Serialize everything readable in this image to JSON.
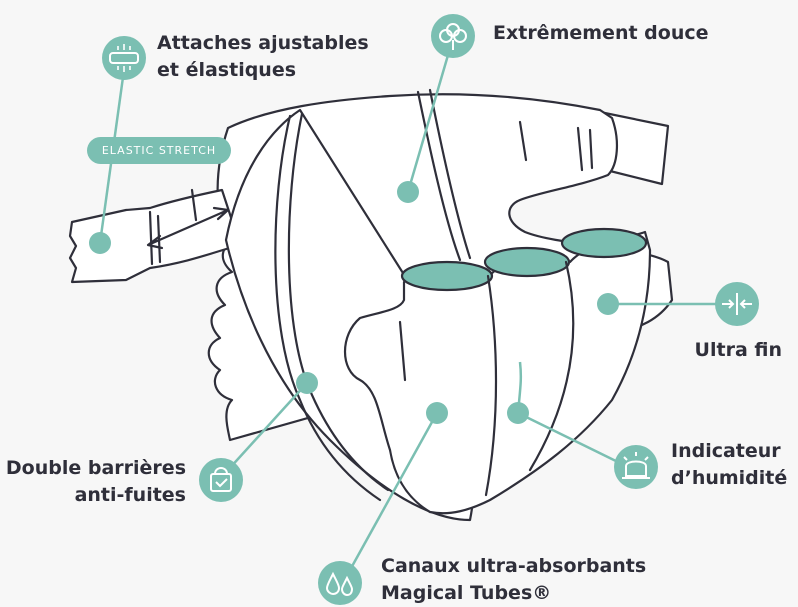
{
  "colors": {
    "accent": "#7bbfb2",
    "outline": "#2f2f3a",
    "background": "#f7f7f7",
    "fill": "#ffffff"
  },
  "features": {
    "adjustable_tabs": {
      "line1": "Attaches ajustables",
      "line2": "et élastiques",
      "icon": "fastener-icon"
    },
    "elastic_badge": "Elastic stretch",
    "soft": {
      "line1": "Extrêmement douce",
      "icon": "cotton-flower-icon"
    },
    "thin": {
      "line1": "Ultra fin",
      "icon": "thin-arrows-icon"
    },
    "wetness": {
      "line1": "Indicateur",
      "line2": "d’humidité",
      "icon": "alarm-light-icon"
    },
    "barriers": {
      "line1": "Double barrières",
      "line2": "anti-fuites",
      "icon": "shield-bag-icon"
    },
    "channels": {
      "line1": "Canaux ultra-absorbants",
      "line2": "Magical Tubes®",
      "icon": "droplets-icon"
    }
  }
}
